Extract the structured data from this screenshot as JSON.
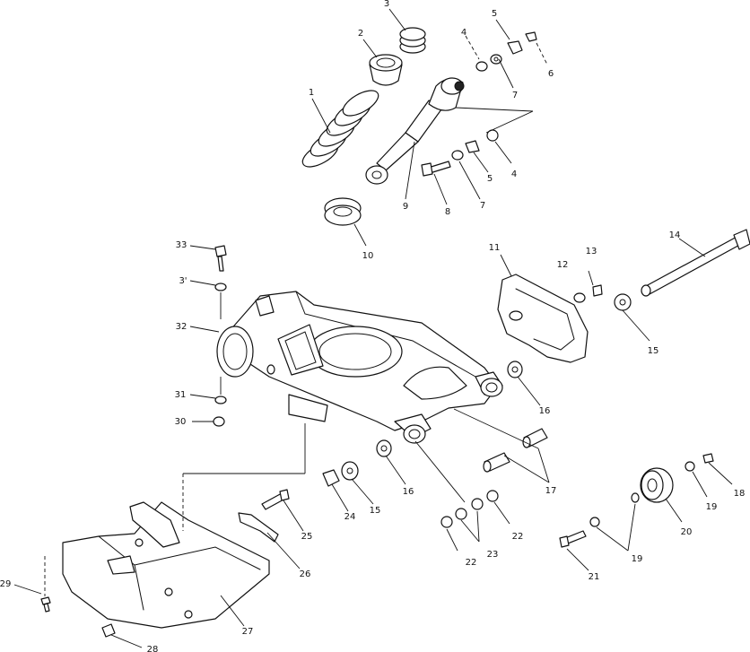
{
  "callouts": [
    {
      "name": "callout-1",
      "label": "1"
    },
    {
      "name": "callout-2",
      "label": "2"
    },
    {
      "name": "callout-3",
      "label": "3"
    },
    {
      "name": "callout-4a",
      "label": "4"
    },
    {
      "name": "callout-5a",
      "label": "5"
    },
    {
      "name": "callout-6",
      "label": "6"
    },
    {
      "name": "callout-7a",
      "label": "7"
    },
    {
      "name": "callout-4b",
      "label": "4"
    },
    {
      "name": "callout-5b",
      "label": "5"
    },
    {
      "name": "callout-7b",
      "label": "7"
    },
    {
      "name": "callout-8",
      "label": "8"
    },
    {
      "name": "callout-9",
      "label": "9"
    },
    {
      "name": "callout-10",
      "label": "10"
    },
    {
      "name": "callout-11",
      "label": "11"
    },
    {
      "name": "callout-12",
      "label": "12"
    },
    {
      "name": "callout-13",
      "label": "13"
    },
    {
      "name": "callout-14",
      "label": "14"
    },
    {
      "name": "callout-15a",
      "label": "15"
    },
    {
      "name": "callout-16a",
      "label": "16"
    },
    {
      "name": "callout-16b",
      "label": "16"
    },
    {
      "name": "callout-17",
      "label": "17"
    },
    {
      "name": "callout-15b",
      "label": "15"
    },
    {
      "name": "callout-24",
      "label": "24"
    },
    {
      "name": "callout-25",
      "label": "25"
    },
    {
      "name": "callout-26",
      "label": "26"
    },
    {
      "name": "callout-27",
      "label": "27"
    },
    {
      "name": "callout-28",
      "label": "28"
    },
    {
      "name": "callout-29",
      "label": "29"
    },
    {
      "name": "callout-30",
      "label": "30"
    },
    {
      "name": "callout-31",
      "label": "31"
    },
    {
      "name": "callout-32",
      "label": "32"
    },
    {
      "name": "callout-33",
      "label": "33"
    },
    {
      "name": "callout-34",
      "label": "3'"
    },
    {
      "name": "callout-22a",
      "label": "22"
    },
    {
      "name": "callout-22b",
      "label": "22"
    },
    {
      "name": "callout-23",
      "label": "23"
    },
    {
      "name": "callout-21",
      "label": "21"
    },
    {
      "name": "callout-19a",
      "label": "19"
    },
    {
      "name": "callout-19b",
      "label": "19"
    },
    {
      "name": "callout-18",
      "label": "18"
    },
    {
      "name": "callout-20",
      "label": "20"
    }
  ]
}
